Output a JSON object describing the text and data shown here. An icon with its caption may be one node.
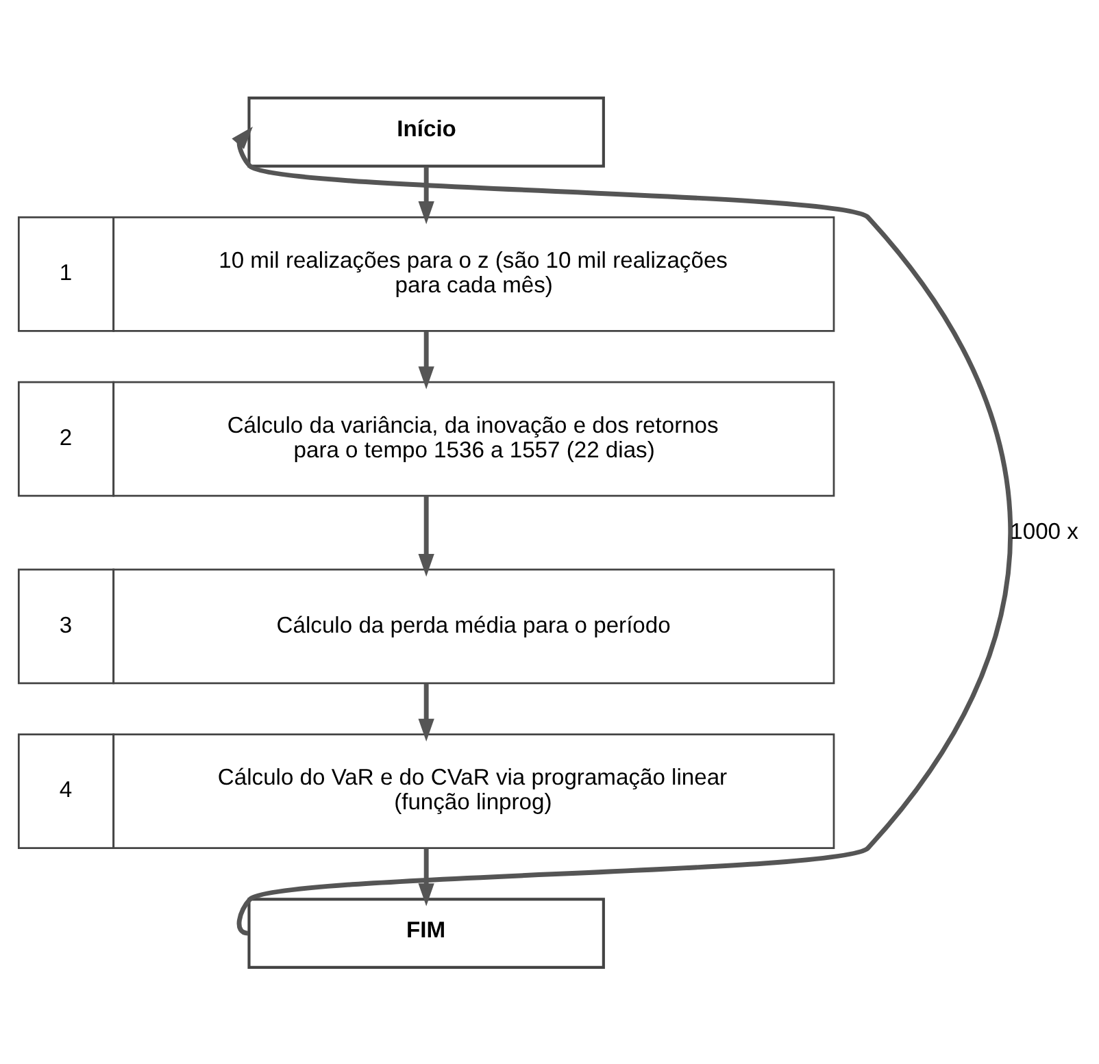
{
  "diagram": {
    "nodes": [
      {
        "text": [
          "Início"
        ]
      },
      {
        "text": [
          "1",
          "10 mil realizações para o z (são 10 mil realizações para cada mês)"
        ]
      },
      {
        "text": [
          "2",
          "Cálculo da variância, da inovação e dos retornos para o tempo 1536 a 1557 (22 dias)"
        ]
      },
      {
        "text": [
          "3",
          "Cálculo da perda média para o período"
        ]
      },
      {
        "text": [
          "4",
          "Cálculo do VaR e do CVaR via programação linear (função linprog)"
        ]
      },
      {
        "text": [
          "FIM"
        ]
      }
    ],
    "edges": [
      {
        "from": 0,
        "to": 1,
        "arrow": "to"
      },
      {
        "from": 1,
        "to": 2,
        "arrow": "to"
      },
      {
        "from": 2,
        "to": 3,
        "arrow": "to"
      },
      {
        "from": 3,
        "to": 4,
        "arrow": "to"
      },
      {
        "from": 4,
        "to": 5,
        "arrow": "to"
      },
      {
        "from": 5,
        "to": 0,
        "arrow": "to",
        "label": "1000 x"
      }
    ]
  }
}
